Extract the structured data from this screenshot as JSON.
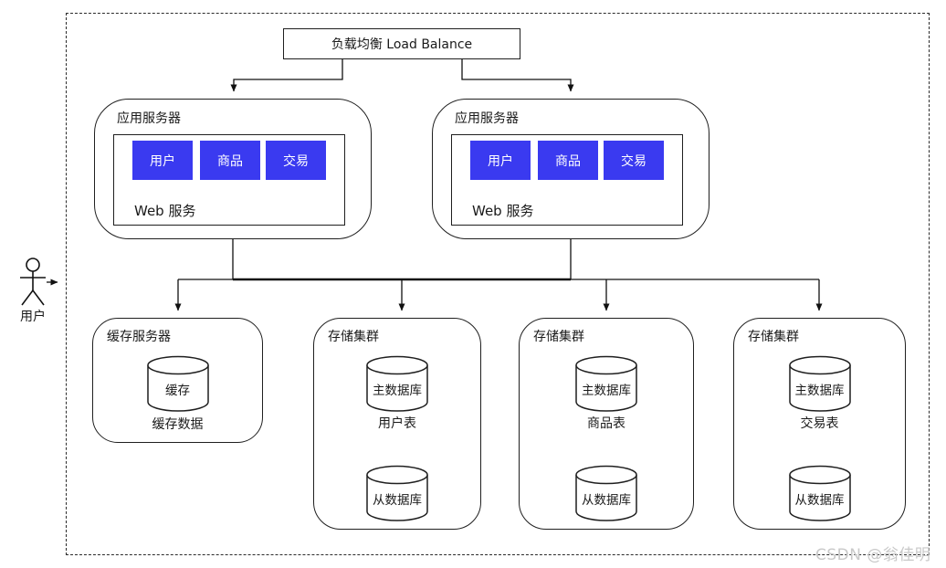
{
  "diagram": {
    "load_balancer": {
      "label": "负载均衡 Load Balance"
    },
    "user_actor": {
      "label": "用户"
    },
    "app_servers": [
      {
        "title": "应用服务器",
        "service_label": "Web 服务",
        "modules": [
          "用户",
          "商品",
          "交易"
        ]
      },
      {
        "title": "应用服务器",
        "service_label": "Web 服务",
        "modules": [
          "用户",
          "商品",
          "交易"
        ]
      }
    ],
    "cache_server": {
      "title": "缓存服务器",
      "cylinder_label": "缓存",
      "caption": "缓存数据"
    },
    "storage_clusters": [
      {
        "title": "存储集群",
        "master_label": "主数据库",
        "table_label": "用户表",
        "slave_label": "从数据库"
      },
      {
        "title": "存储集群",
        "master_label": "主数据库",
        "table_label": "商品表",
        "slave_label": "从数据库"
      },
      {
        "title": "存储集群",
        "master_label": "主数据库",
        "table_label": "交易表",
        "slave_label": "从数据库"
      }
    ],
    "watermark": "CSDN @翁佳明",
    "colors": {
      "module_fill": "#3A3AF0",
      "module_text": "#FFFFFF",
      "stroke": "#1F1F1F",
      "watermark": "#C9C9C9",
      "background": "#FFFFFF"
    }
  }
}
